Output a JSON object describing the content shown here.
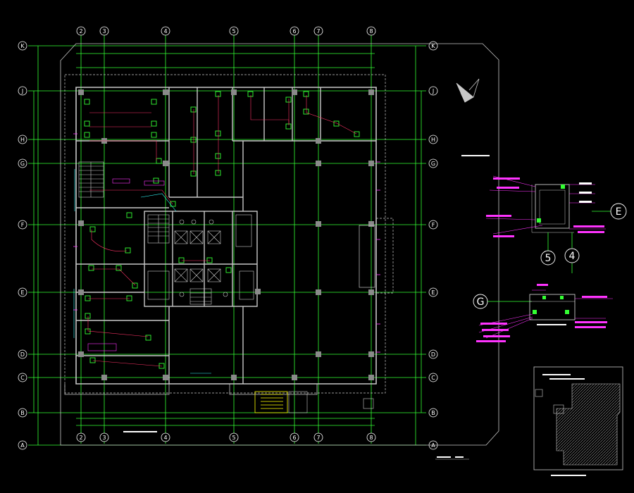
{
  "drawing": {
    "colors": {
      "background": "#000000",
      "grid_line": "#33ff33",
      "wall": "#c8c8c8",
      "annotation": "#ff33ff",
      "cyan": "#33ffff",
      "yellow": "#ffff00",
      "text": "#ffffff"
    },
    "top_axes": [
      "2",
      "3",
      "4",
      "5",
      "6",
      "7",
      "8"
    ],
    "bottom_axes": [
      "2",
      "3",
      "4",
      "5",
      "6",
      "7",
      "8"
    ],
    "left_axes": [
      "K",
      "J",
      "H",
      "G",
      "F",
      "E",
      "D",
      "C",
      "B",
      "A"
    ],
    "right_axes": [
      "K",
      "J",
      "H",
      "G",
      "F",
      "E",
      "D",
      "C",
      "B",
      "A"
    ],
    "detail_axes": [
      "E",
      "5",
      "4",
      "G"
    ],
    "north_arrow": "north-arrow-icon",
    "key_plan": "key-plan-thumbnail"
  }
}
